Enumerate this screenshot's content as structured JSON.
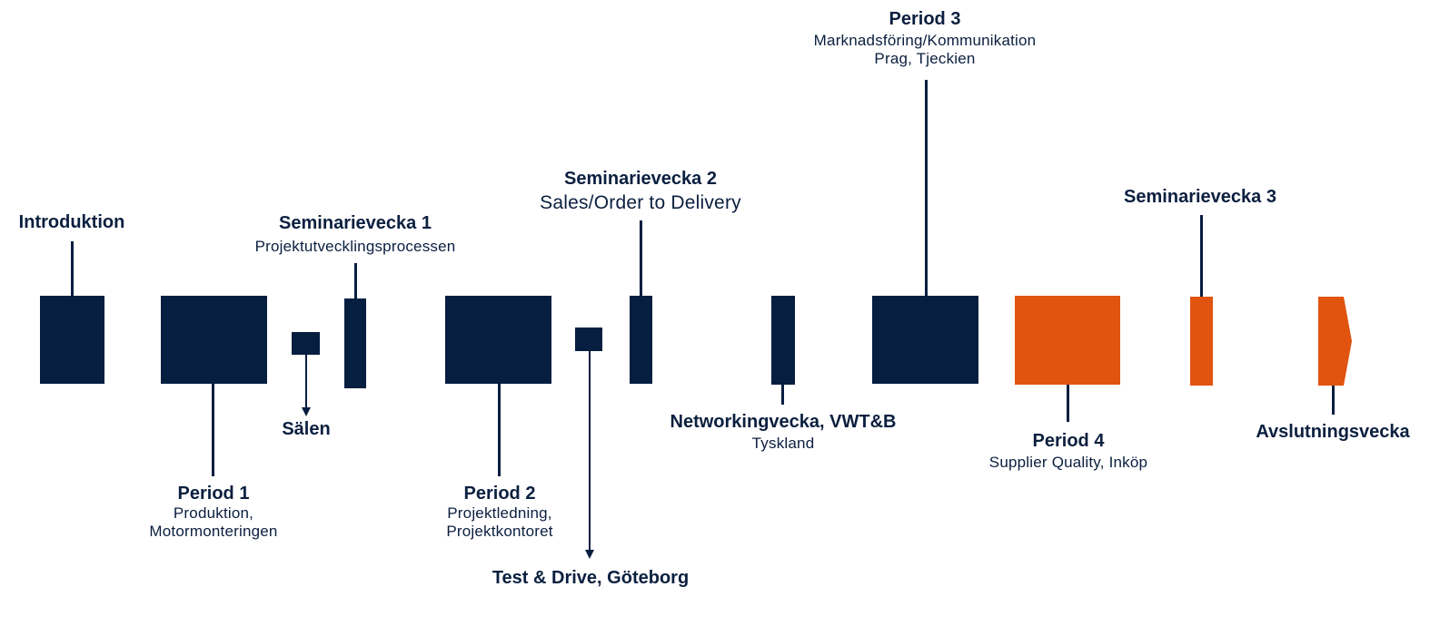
{
  "colors": {
    "navy": "#061e40",
    "orange": "#e05410"
  },
  "milestones": {
    "introduktion": {
      "title": "Introduktion"
    },
    "period1": {
      "title": "Period 1",
      "sub1": "Produktion,",
      "sub2": "Motormonteringen"
    },
    "salen": {
      "title": "Sälen"
    },
    "seminarievecka1": {
      "title": "Seminarievecka 1",
      "sub1": "Projektutvecklingsprocessen"
    },
    "period2": {
      "title": "Period 2",
      "sub1": "Projektledning,",
      "sub2": "Projektkontoret"
    },
    "testdrive": {
      "title": "Test & Drive, Göteborg"
    },
    "seminarievecka2": {
      "title": "Seminarievecka 2",
      "sub1": "Sales/Order to Delivery"
    },
    "networking": {
      "title": "Networkingvecka, VWT&B",
      "sub1": "Tyskland"
    },
    "period3": {
      "title": "Period 3",
      "sub1": "Marknadsföring/Kommunikation",
      "sub2": "Prag, Tjeckien"
    },
    "period4": {
      "title": "Period 4",
      "sub1": "Supplier Quality, Inköp"
    },
    "seminarievecka3": {
      "title": "Seminarievecka 3"
    },
    "avslutning": {
      "title": "Avslutningsvecka"
    }
  }
}
